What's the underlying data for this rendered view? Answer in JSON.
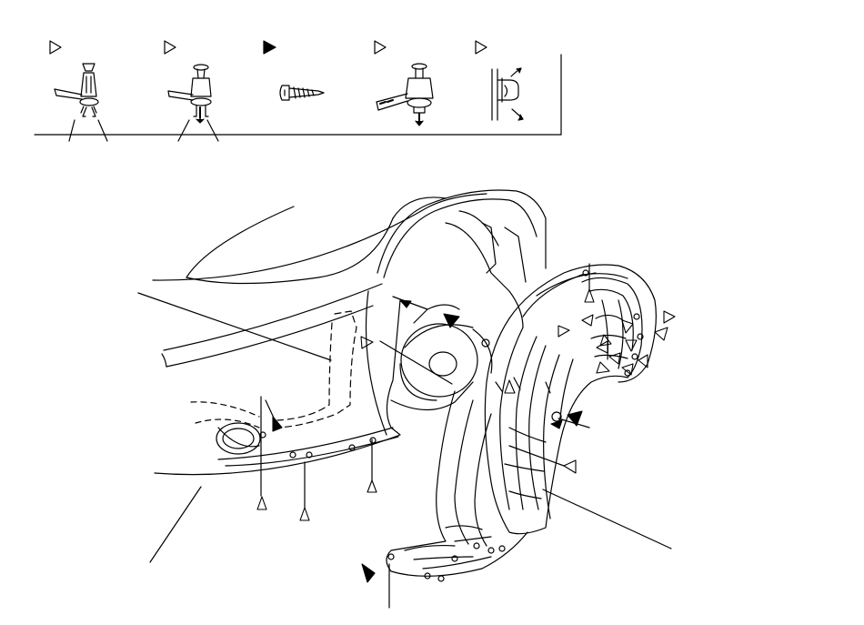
{
  "legend": {
    "items": [
      {
        "marker": "outline-triangle-marker",
        "fastener": "push-clip-icon"
      },
      {
        "marker": "outline-triangle-marker",
        "fastener": "push-rivet-icon"
      },
      {
        "marker": "filled-triangle-marker",
        "fastener": "tapping-screw-icon"
      },
      {
        "marker": "outline-triangle-marker",
        "fastener": "twist-clip-icon"
      },
      {
        "marker": "outline-triangle-marker",
        "fastener": "grommet-clip-icon"
      }
    ]
  },
  "colors": {
    "line": "#000000",
    "background": "#ffffff"
  }
}
